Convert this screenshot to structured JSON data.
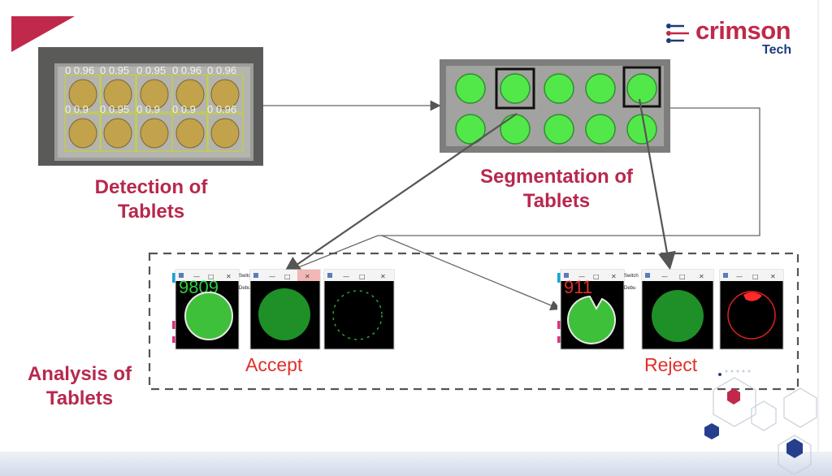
{
  "brand": {
    "name": "crimson",
    "sub": "Tech",
    "color_primary": "#c0294b",
    "color_secondary": "#1f3a7a"
  },
  "labels": {
    "detection": [
      "Detection of",
      "Tablets"
    ],
    "segmentation": [
      "Segmentation of",
      "Tablets"
    ],
    "analysis": [
      "Analysis of",
      "Tablets"
    ]
  },
  "verdicts": {
    "accept": "Accept",
    "reject": "Reject"
  },
  "detection_scores": {
    "top_row": [
      "0 0.96",
      "0 0.95",
      "0 0.95",
      "0 0.96",
      "0 0.96"
    ],
    "bottom_row": [
      "0 0.9",
      "0 0.95",
      "0 0.9",
      "0 0.9",
      "0 0.96"
    ]
  },
  "window_text": {
    "accept_counter": "9809",
    "reject_counter": "911",
    "switch_label": "Switch",
    "debug_label": "Debu"
  },
  "colors": {
    "accent_red": "#e0302a",
    "tablet_green": "#52e84a",
    "label_crimson": "#b8284d"
  },
  "icons": [
    "app-icon",
    "minimize-icon",
    "maximize-icon",
    "close-icon"
  ]
}
